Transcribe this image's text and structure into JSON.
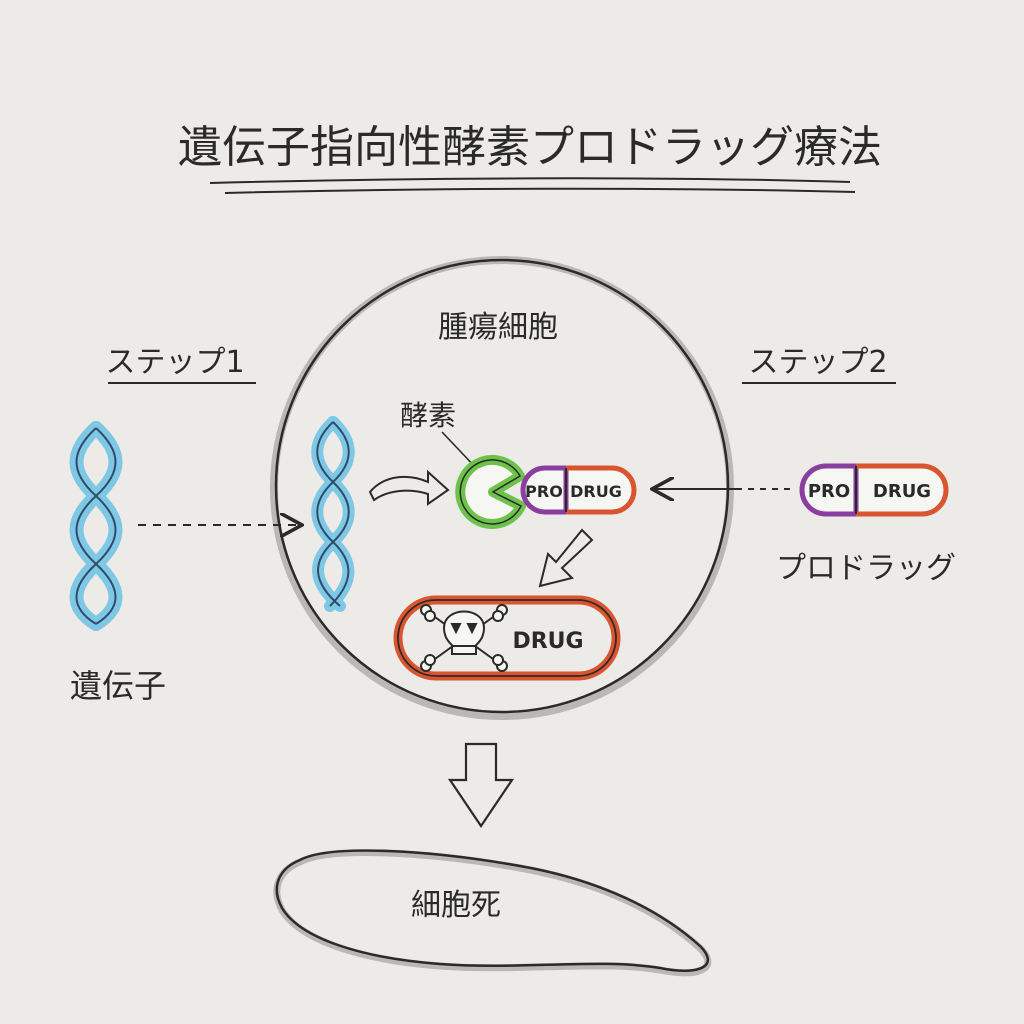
{
  "title": "遺伝子指向性酵素プロドラッグ療法",
  "labels": {
    "step1": "ステップ1",
    "step2": "ステップ2",
    "gene": "遺伝子",
    "tumor_cell": "腫瘍細胞",
    "enzyme": "酵素",
    "prodrug_label": "プロドラッグ",
    "cell_death": "細胞死"
  },
  "capsule": {
    "pro": "PRO",
    "drug": "DRUG"
  },
  "toxic_drug": "DRUG",
  "colors": {
    "paper": "#ecebe7",
    "ink": "#2a2a2a",
    "dna_blue": "#7ec8e6",
    "enzyme_green": "#6cc24a",
    "pro_purple": "#8a3fa0",
    "drug_orange": "#d9542f",
    "shadow": "#b9b8b4"
  }
}
